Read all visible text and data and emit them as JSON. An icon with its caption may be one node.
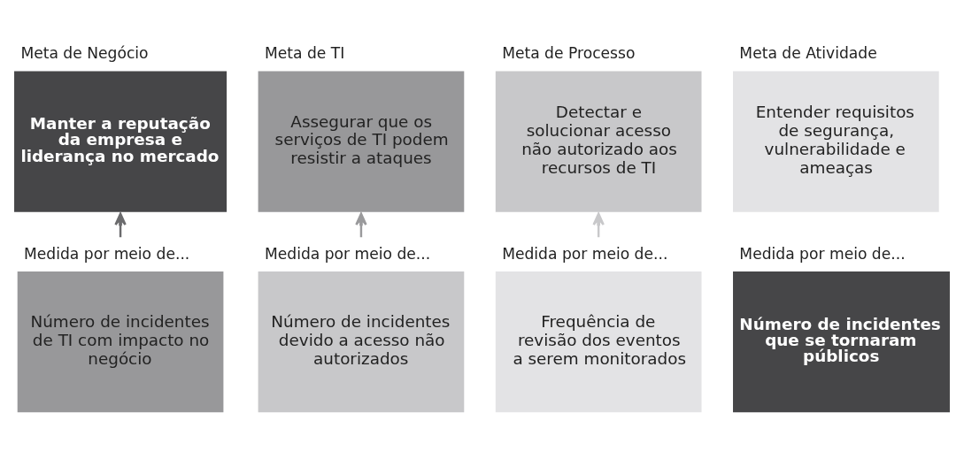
{
  "diagram": {
    "nodes": [
      {
        "text": [
          "Meta de Negócio",
          "Manter a reputação da empresa e liderança no mercado"
        ]
      },
      {
        "text": [
          "Meta de TI",
          "Assegurar que os serviços de TI podem resistir a ataques"
        ]
      },
      {
        "text": [
          "Meta de Processo",
          "Detectar e solucionar acesso não autorizado aos recursos de TI"
        ]
      },
      {
        "text": [
          "Meta de Atividade",
          "Entender requisitos de segurança, vulnerabilidade e ameaças"
        ]
      },
      {
        "text": [
          "Medida por meio de...",
          "Número de incidentes que se tornaram públicos"
        ]
      },
      {
        "text": [
          "Medida por meio de...",
          "Número de incidentes de TI com impacto no negócio"
        ]
      },
      {
        "text": [
          "Medida por meio de...",
          "Número de incidentes devido a acesso não autorizados"
        ]
      },
      {
        "text": [
          "Medida por meio de...",
          "Frequência de revisão dos eventos a serem monitorados"
        ]
      }
    ],
    "edges": [
      {
        "from": 5,
        "to": 0,
        "arrow": "to",
        "color": "#6b6b6d"
      },
      {
        "from": 6,
        "to": 1,
        "arrow": "to",
        "color": "#9a9a9c"
      },
      {
        "from": 7,
        "to": 2,
        "arrow": "to",
        "color": "#c8c8ca"
      }
    ]
  }
}
